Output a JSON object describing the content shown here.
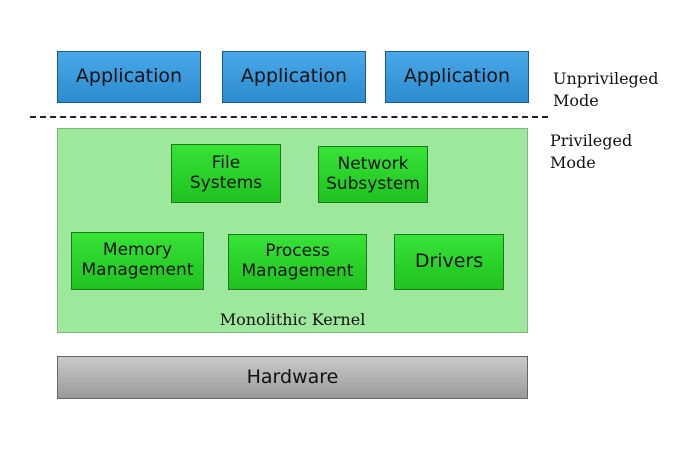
{
  "applications": [
    "Application",
    "Application",
    "Application"
  ],
  "mode_labels": {
    "unprivileged": [
      "Unprivileged",
      "Mode"
    ],
    "privileged": [
      "Privileged",
      "Mode"
    ]
  },
  "kernel": {
    "label": "Monolithic Kernel",
    "components": {
      "file_systems": [
        "File",
        "Systems"
      ],
      "network_subsystem": [
        "Network",
        "Subsystem"
      ],
      "memory_management": [
        "Memory",
        "Management"
      ],
      "process_management": [
        "Process",
        "Management"
      ],
      "drivers": "Drivers"
    }
  },
  "hardware": "Hardware",
  "colors": {
    "application": "#2b8ccf",
    "kernel_background": "#9ee89e",
    "kernel_component": "#1fc21f",
    "hardware": "#9a9a9a"
  }
}
